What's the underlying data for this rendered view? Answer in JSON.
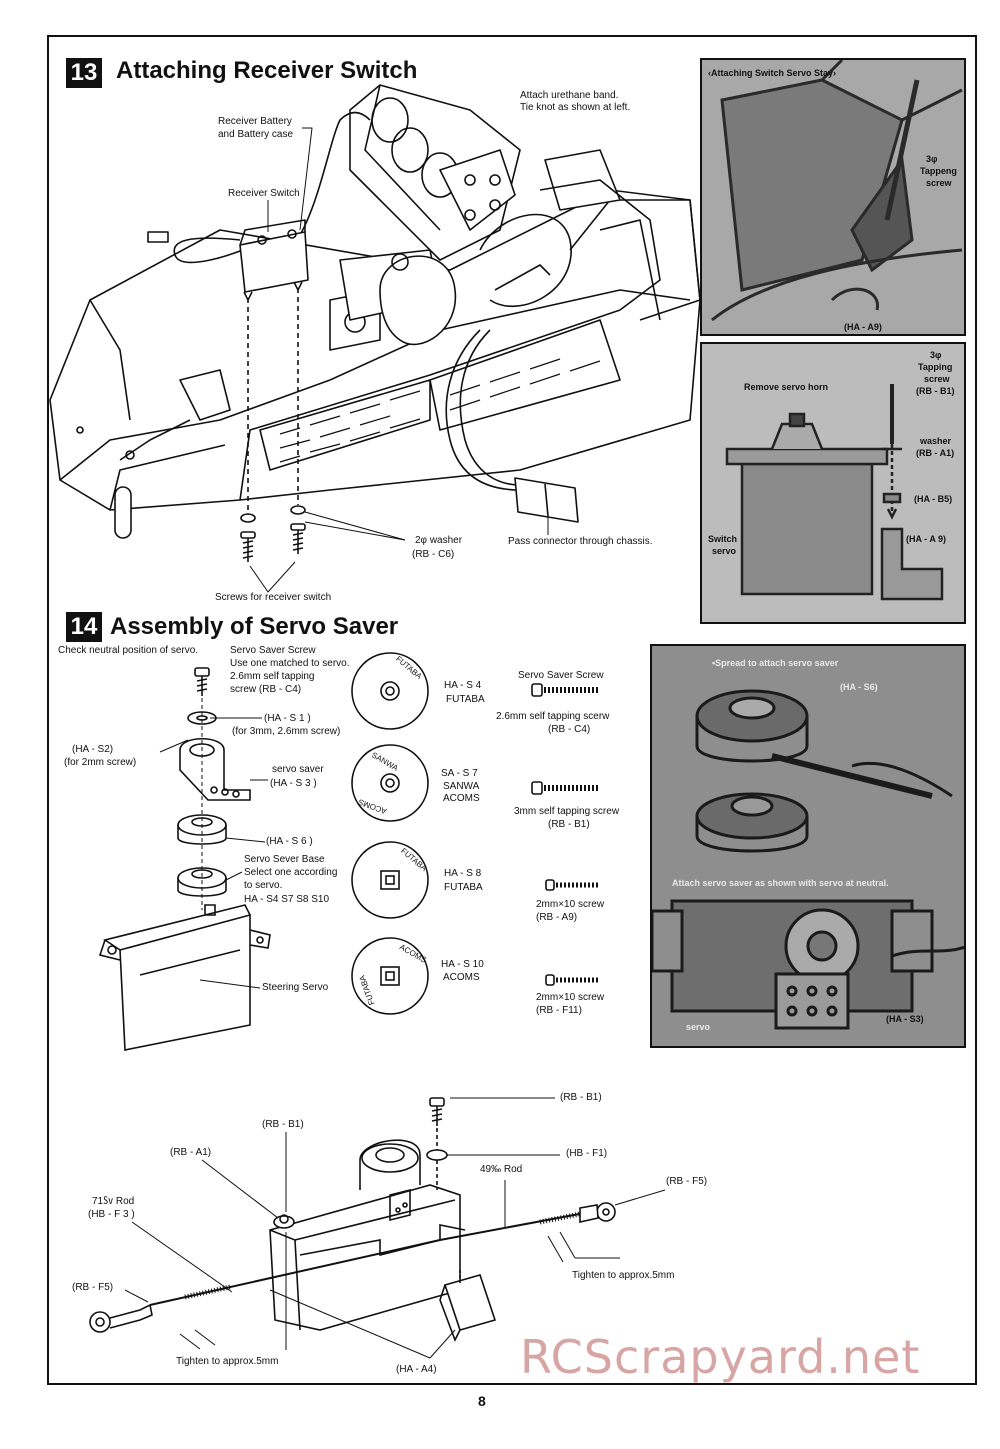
{
  "page_number": "8",
  "watermark": "RCScrapyard.net",
  "step13": {
    "number": "13",
    "title": "Attaching Receiver Switch",
    "labels": {
      "receiver_battery": "Receiver Battery",
      "battery_case": "and Battery case",
      "receiver_switch": "Receiver Switch",
      "urethane_1": "Attach urethane band.",
      "urethane_2": "Tie knot as shown at left.",
      "washer": "2φ washer",
      "washer_part": "(RB - C6)",
      "connector": "Pass connector through chassis.",
      "screws": "Screws for receiver switch"
    },
    "photo1": {
      "caption": "‹Attaching Switch Servo Stay›",
      "tap_1": "3φ",
      "tap_2": "Tappeng",
      "tap_3": "screw",
      "part": "(HA - A9)"
    },
    "photo2": {
      "remove_horn": "Remove servo horn",
      "tap_1": "3φ",
      "tap_2": "Tapping",
      "tap_3": "screw",
      "tap_part": "(RB - B1)",
      "washer": "washer",
      "washer_part": "(RB - A1)",
      "part_b5": "(HA - B5)",
      "part_a9": "(HA - A 9)",
      "switch_1": "Switch",
      "switch_2": "servo"
    }
  },
  "step14": {
    "number": "14",
    "title": "Assembly of Servo Saver",
    "labels": {
      "check_neutral": "Check neutral position of servo.",
      "saver_screw_1": "Servo Saver Screw",
      "saver_screw_2": "Use one matched to servo.",
      "saver_screw_3": "2.6mm self tapping",
      "saver_screw_4": "screw (RB - C4)",
      "has1_1": "(HA - S 1 )",
      "has1_2": "(for 3mm, 2.6mm screw)",
      "has2_1": "(HA - S2)",
      "has2_2": "(for 2mm screw)",
      "servo_saver_1": "servo saver",
      "servo_saver_2": "(HA - S 3 )",
      "has6": "(HA - S 6 )",
      "base_1": "Servo Sever Base",
      "base_2": "Select one according",
      "base_3": "to servo.",
      "base_4": "HA - S4  S7  S8  S10",
      "steering_servo": "Steering Servo"
    },
    "discs": [
      {
        "ring_text": "FUTABA",
        "code": "HA - S 4",
        "brand": "FUTABA"
      },
      {
        "ring_text": "SANWA",
        "ring_text_2": "ACOMS",
        "code": "SA - S 7",
        "brand": "SANWA",
        "brand_2": "ACOMS"
      },
      {
        "ring_text": "FUTABA",
        "code": "HA - S 8",
        "brand": "FUTABA"
      },
      {
        "ring_text": "ACOMS",
        "ring_text_2": "FUTABA",
        "code": "HA - S 10",
        "brand": "ACOMS"
      }
    ],
    "screws": [
      {
        "line1": "Servo Saver Screw",
        "line2": "",
        "line3": ""
      },
      {
        "line1": "2.6mm self tapping scerw",
        "line2": "(RB - C4)"
      },
      {
        "line1": "3mm self tapping screw",
        "line2": "(RB - B1)"
      },
      {
        "line1": "2mm×10 screw",
        "line2": "(RB - A9)"
      },
      {
        "line1": "2mm×10 screw",
        "line2": "(RB - F11)"
      }
    ],
    "photo3": {
      "top_caption": "•Spread to attach servo saver",
      "part_s6": "(HA - S6)",
      "mid_caption": "Attach servo saver as shown with servo at neutral.",
      "servo": "servo",
      "part_s3": "(HA - S3)"
    }
  },
  "linkage": {
    "rb_b1_top": "(RB - B1)",
    "rb_b1": "(RB - B1)",
    "rb_a1": "(RB - A1)",
    "hb_f1": "(HB - F1)",
    "rod49": "49‰ Rod",
    "rod71_1": "71㏜ Rod",
    "rod71_2": "(HB - F 3 )",
    "rb_f5_right": "(RB - F5)",
    "rb_f5_left": "(RB - F5)",
    "tighten_right": "Tighten to approx.5mm",
    "tighten_left": "Tighten to approx.5mm",
    "ha_a4": "(HA - A4)"
  },
  "colors": {
    "ink": "#111111",
    "photo_bg": "#9a9a9a",
    "watermark": "#d8a5a5"
  }
}
